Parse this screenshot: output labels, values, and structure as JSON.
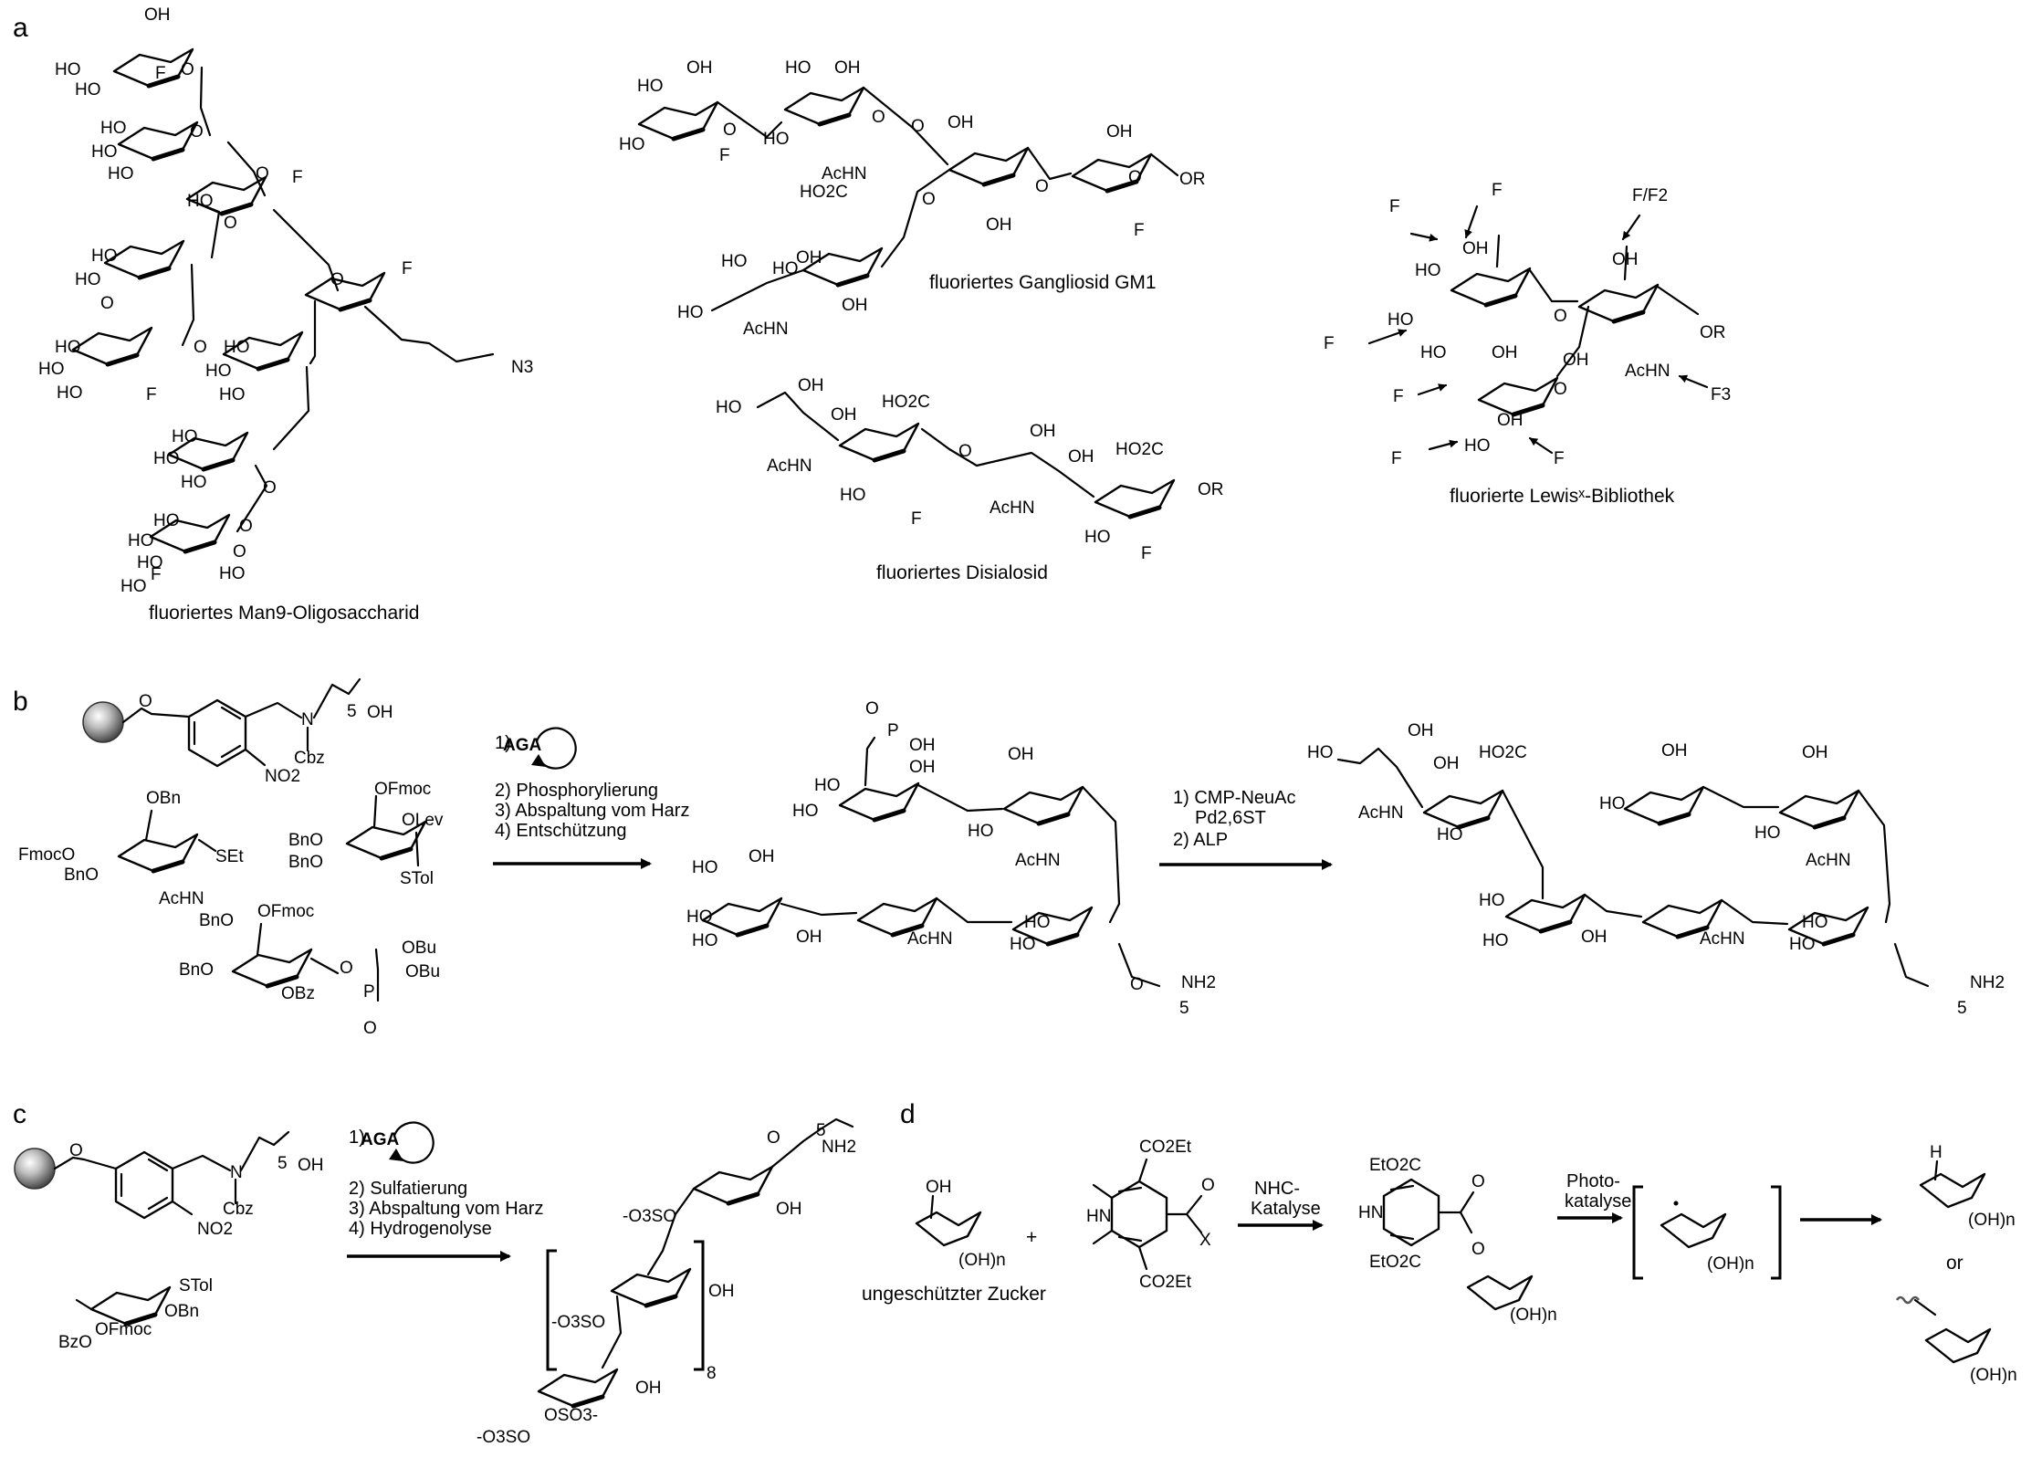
{
  "panels": {
    "a": {
      "letter": "a",
      "captions": {
        "man9": "fluoriertes Man9-Oligosaccharid",
        "gm1": "fluoriertes Gangliosid GM1",
        "disialosid": "fluoriertes Disialosid",
        "lewis": "fluorierte Lewisˣ-Bibliothek"
      }
    },
    "b": {
      "letter": "b",
      "aga": "AGA",
      "steps1": [
        "1)",
        "2) Phosphorylierung",
        "3) Abspaltung vom Harz",
        "4) Entschützung"
      ],
      "steps2": [
        "1) CMP-NeuAc",
        "Pd2,6ST",
        "2) ALP"
      ]
    },
    "c": {
      "letter": "c",
      "aga": "AGA",
      "steps": [
        "1)",
        "2) Sulfatierung",
        "3) Abspaltung vom Harz",
        "4) Hydrogenolyse"
      ],
      "repeat": "8"
    },
    "d": {
      "letter": "d",
      "plus": "+",
      "sugar_label": "ungeschützter Zucker",
      "step1": [
        "NHC-",
        "Katalyse"
      ],
      "step2": [
        "Photo-",
        "katalyse"
      ],
      "or": "or"
    }
  },
  "structure_labels": {
    "man9": [
      "OH",
      "HO",
      "HO",
      "F",
      "O",
      "HO",
      "HO",
      "HO",
      "O",
      "F",
      "O",
      "HO",
      "O",
      "HO",
      "HO",
      "O",
      "F",
      "O",
      "N3",
      "HO",
      "HO",
      "HO",
      "O",
      "HO",
      "HO",
      "HO",
      "F",
      "HO",
      "HO",
      "HO",
      "O",
      "HO",
      "HO",
      "O",
      "HO",
      "HO",
      "F",
      "HO",
      "O"
    ],
    "gm1": [
      "HO",
      "OH",
      "HO",
      "OH",
      "HO",
      "O",
      "HO",
      "F",
      "O",
      "AcHN",
      "O",
      "OH",
      "HO2C",
      "O",
      "OH",
      "O",
      "O",
      "OR",
      "OH",
      "F",
      "HO",
      "HO",
      "OH",
      "HO",
      "AcHN",
      "OH"
    ],
    "disialosid": [
      "OH",
      "HO2C",
      "HO",
      "OH",
      "OH",
      "O",
      "AcHN",
      "HO",
      "F",
      "HO2C",
      "OH",
      "OR",
      "AcHN",
      "HO",
      "F"
    ],
    "lewis": [
      "F",
      "F",
      "F/F2",
      "OH",
      "HO",
      "OH",
      "HO",
      "OH",
      "O",
      "OR",
      "F",
      "HO",
      "OH",
      "AcHN",
      "F3",
      "F",
      "O",
      "F",
      "HO",
      "OH",
      "F"
    ],
    "b_linker": [
      "O",
      "N",
      "5",
      "OH",
      "Cbz",
      "NO2"
    ],
    "b_blocks": [
      "OBn",
      "OFmoc",
      "OLev",
      "FmocO",
      "BnO",
      "SEt",
      "BnO",
      "BnO",
      "AcHN",
      "STol",
      "BnO",
      "OFmoc",
      "OBu",
      "BnO",
      "OBu",
      "OBz",
      "O",
      "P",
      "O"
    ],
    "b_product1": [
      "O",
      "P",
      "OH",
      "OH",
      "OH",
      "HO",
      "HO",
      "HO",
      "AcHN",
      "HO",
      "OH",
      "HO",
      "HO",
      "OH",
      "AcHN",
      "HO",
      "HO",
      "O",
      "NH2",
      "5"
    ],
    "b_product2": [
      "HO",
      "OH",
      "HO2C",
      "OH",
      "OH",
      "OH",
      "AcHN",
      "HO",
      "HO",
      "HO",
      "AcHN",
      "HO",
      "HO",
      "OH",
      "AcHN",
      "HO",
      "HO",
      "NH2",
      "5"
    ],
    "c_linker": [
      "O",
      "N",
      "5",
      "OH",
      "Cbz",
      "NO2"
    ],
    "c_block": [
      "STol",
      "OBn",
      "BzO",
      "OFmoc"
    ],
    "c_product": [
      "O",
      "5",
      "NH2",
      "-O3SO",
      "OH",
      "OH",
      "-O3SO",
      "OH",
      "-O3SO",
      "OSO3-"
    ],
    "d_labels": [
      "OH",
      "(OH)n",
      "HN",
      "CO2Et",
      "CO2Et",
      "O",
      "X",
      "EtO2C",
      "EtO2C",
      "HN",
      "O",
      "O",
      "(OH)n",
      "(OH)n",
      "H",
      "(OH)n",
      "(OH)n"
    ]
  }
}
